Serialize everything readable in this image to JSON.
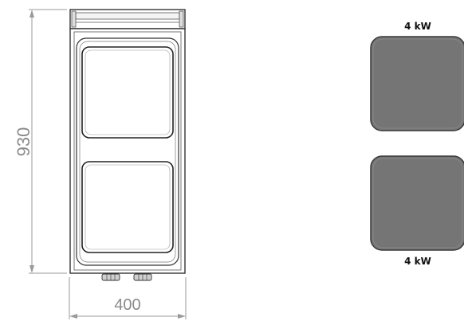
{
  "dimensions": {
    "height": "930",
    "width": "400"
  },
  "plates": [
    {
      "label": "4 kW"
    },
    {
      "label": "4 kW"
    }
  ],
  "colors": {
    "plate_fill": "#757575",
    "plate_edge": "#3a3a3a",
    "dimension_line": "#9a9a9a",
    "unit_outline": "#333333"
  }
}
